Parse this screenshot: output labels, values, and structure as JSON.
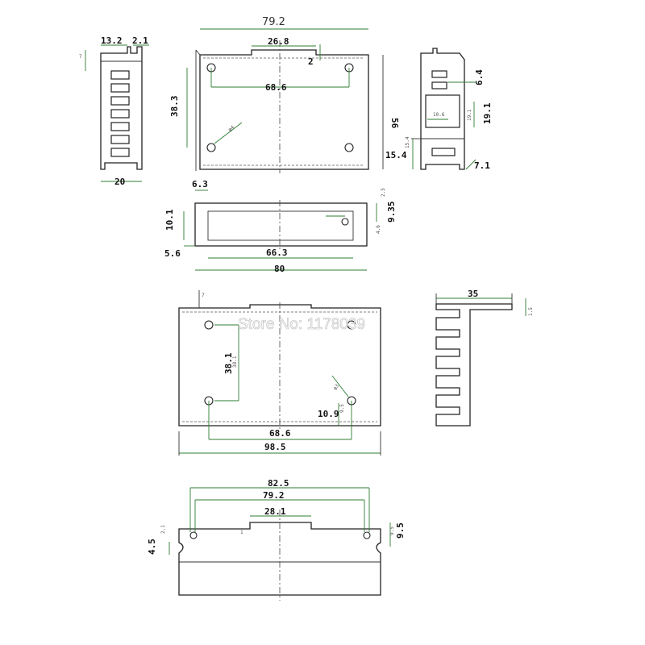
{
  "watermark": "Store No: 1178039",
  "end_view": {
    "dims": {
      "top_a": "13.2",
      "top_b": "2.1",
      "width": "20",
      "small": "7"
    }
  },
  "top_view": {
    "dims": {
      "overall_width": "79.2",
      "tab_width": "26.8",
      "tab_height": "2",
      "hole_spacing": "68.6",
      "hole_vertical": "38.3",
      "height": "56",
      "hole_dia": "φ4"
    }
  },
  "side_view": {
    "dims": {
      "slot_a": "6.4",
      "slot_height": "19.1",
      "slot_width": "10.6",
      "bottom": "15.4",
      "bottom_small": "7.1",
      "small_a": "19.1",
      "small_b": "15.4"
    }
  },
  "front_view": {
    "dims": {
      "left_offset": "6.3",
      "height": "10.1",
      "bottom_offset": "5.6",
      "hole_offset": "9.35",
      "window_width": "66.3",
      "overall": "80",
      "small_a": "2.5",
      "small_b": "4.6"
    }
  },
  "base_view": {
    "dims": {
      "hole_vertical": "38.1",
      "hole_vertical_small": "38.1",
      "hole_spacing": "68.6",
      "overall": "98.5",
      "corner": "10.9",
      "hole_dia": "φ3",
      "corner_small": "9.5",
      "top_small": "7"
    }
  },
  "heatsink_view": {
    "dims": {
      "width": "35",
      "thickness": "1.5"
    }
  },
  "bottom_view": {
    "dims": {
      "overall": "82.5",
      "inner": "79.2",
      "tab": "28.1",
      "slot": "4.5",
      "notch": "9.5",
      "tab_small": "1",
      "slot_small": "2.1",
      "notch_small": "9.5"
    }
  }
}
